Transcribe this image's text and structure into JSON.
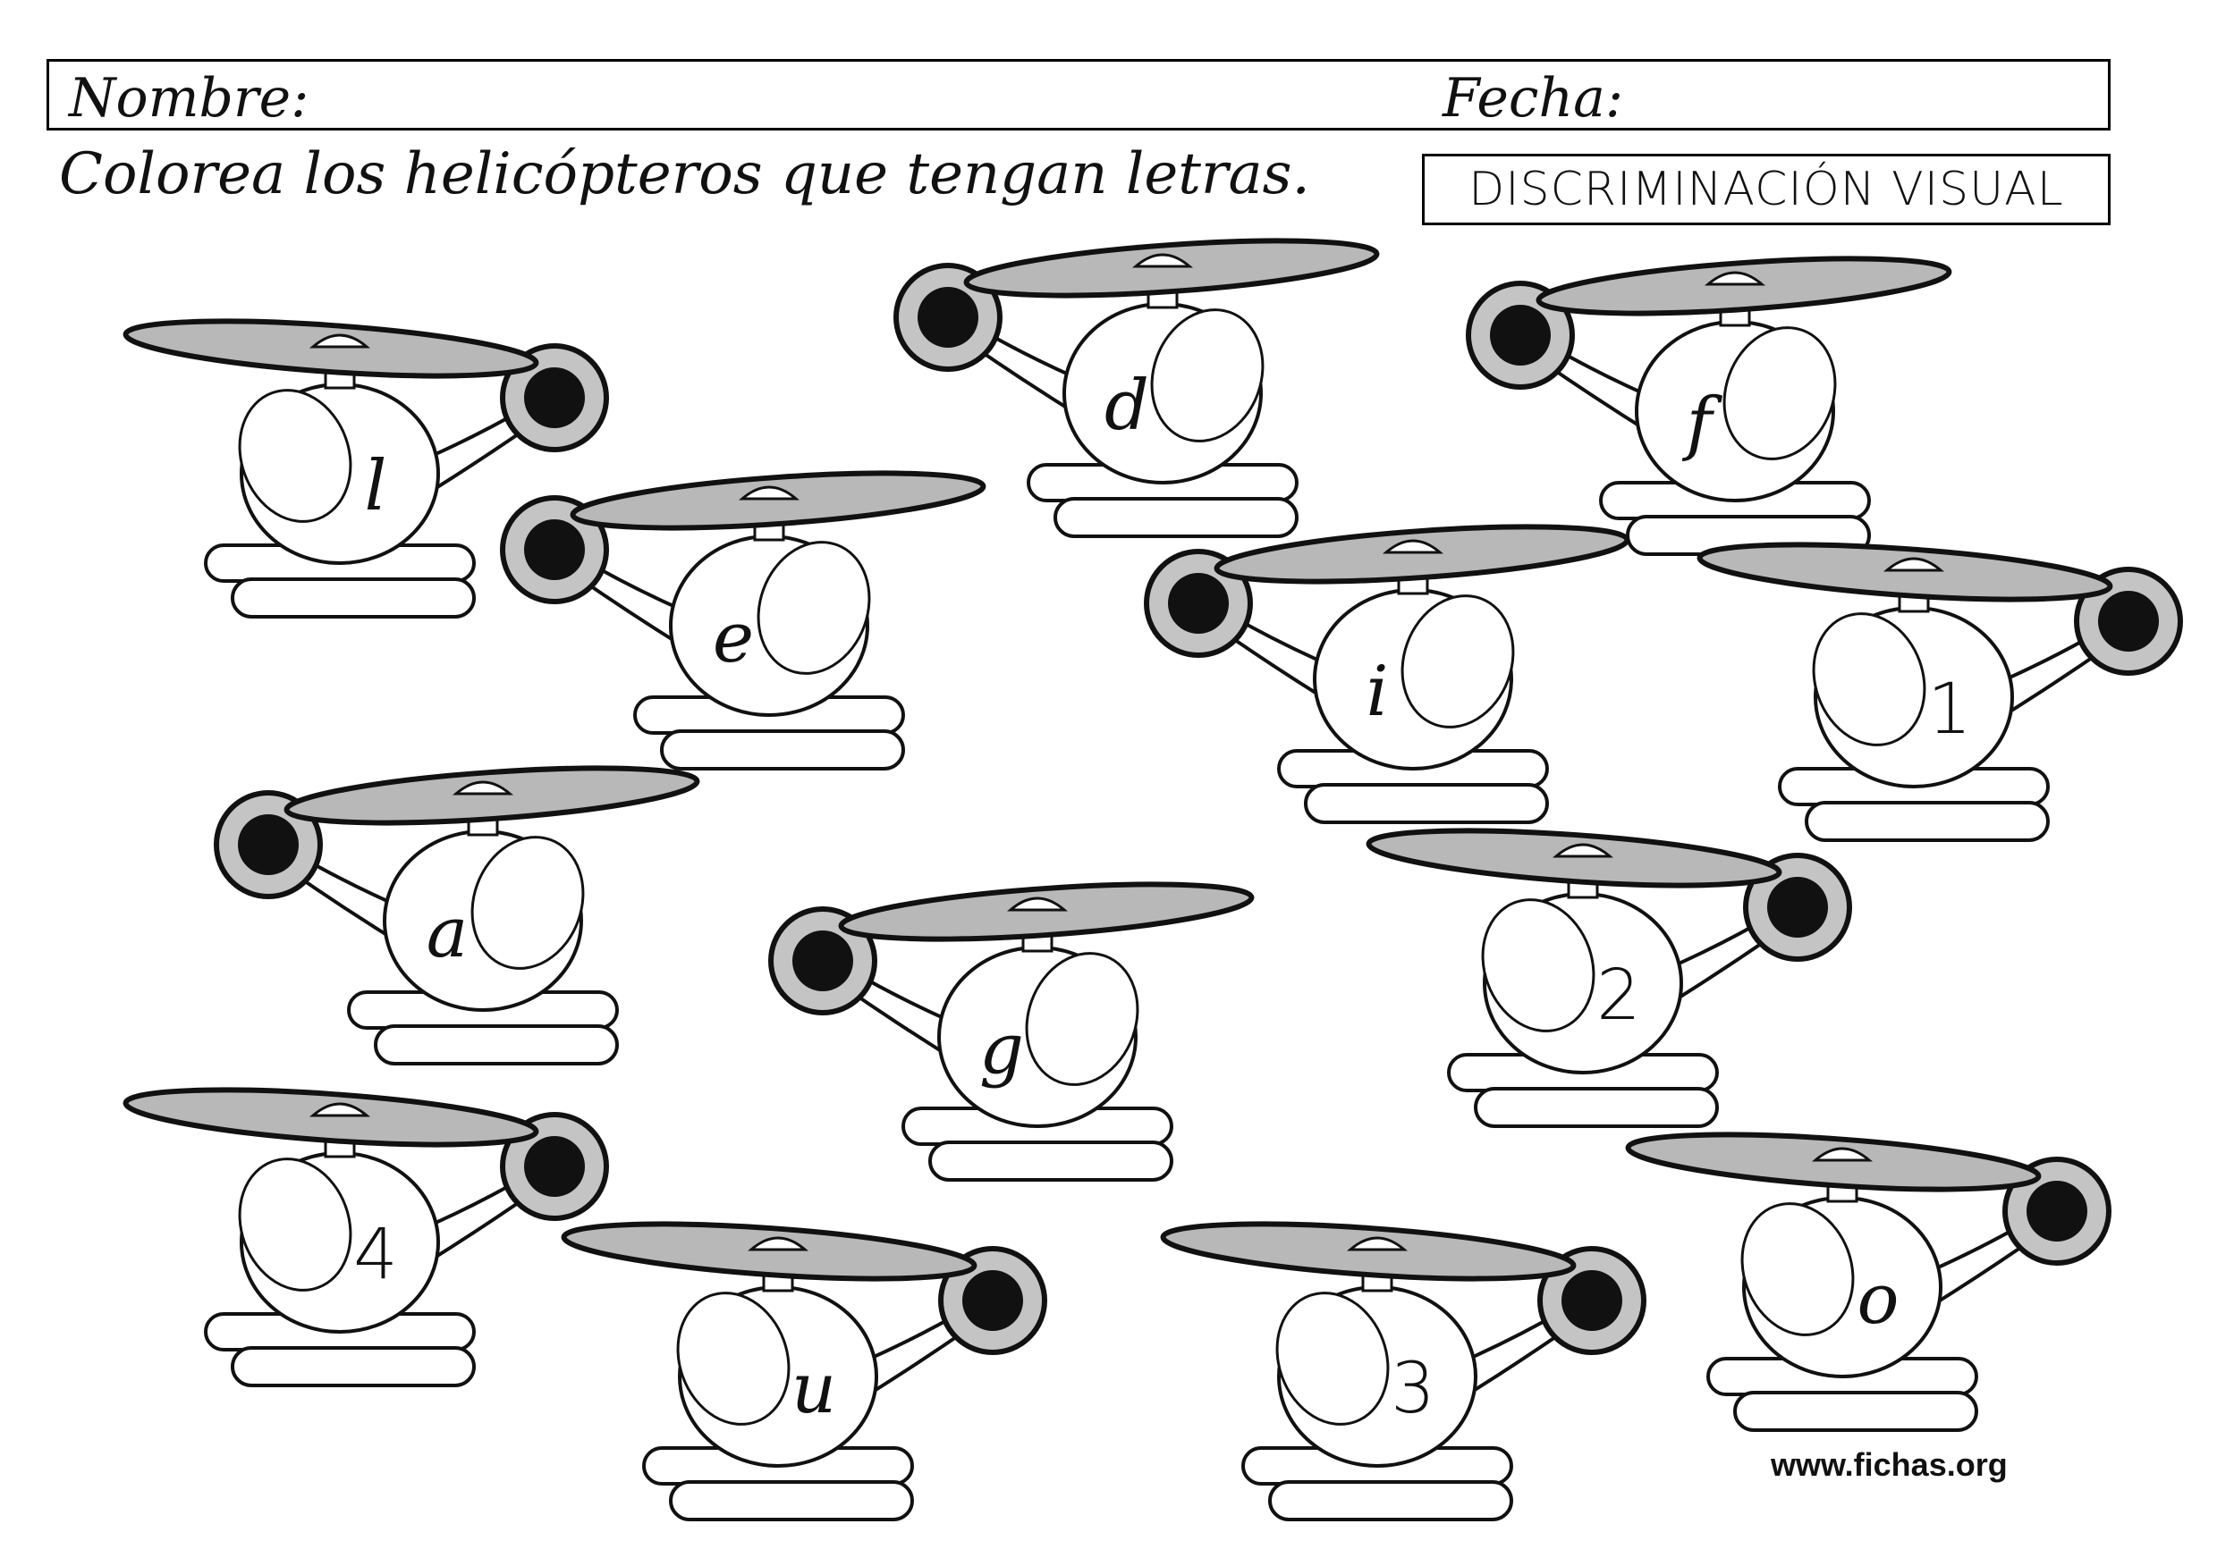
{
  "header": {
    "name_label": "Nombre:",
    "date_label": "Fecha:"
  },
  "instruction": "Colorea los helicópteros que tengan letras.",
  "title": "DISCRIMINACIÓN VISUAL",
  "website": "www.fichas.org",
  "helicopters": [
    {
      "char": "l",
      "kind": "letter",
      "facing": "right"
    },
    {
      "char": "d",
      "kind": "letter",
      "facing": "left"
    },
    {
      "char": "f",
      "kind": "letter",
      "facing": "left"
    },
    {
      "char": "e",
      "kind": "letter",
      "facing": "left"
    },
    {
      "char": "i",
      "kind": "letter",
      "facing": "left"
    },
    {
      "char": "1",
      "kind": "digit",
      "facing": "right"
    },
    {
      "char": "a",
      "kind": "letter",
      "facing": "left"
    },
    {
      "char": "g",
      "kind": "letter",
      "facing": "left"
    },
    {
      "char": "2",
      "kind": "digit",
      "facing": "right"
    },
    {
      "char": "4",
      "kind": "digit",
      "facing": "right"
    },
    {
      "char": "u",
      "kind": "letter",
      "facing": "right"
    },
    {
      "char": "3",
      "kind": "digit",
      "facing": "right"
    },
    {
      "char": "o",
      "kind": "letter",
      "facing": "right"
    }
  ],
  "colors": {
    "rotor": "#b8b8b8",
    "outline": "#111111",
    "tail_disc": "#111111",
    "tail_ring": "#c4c4c4"
  }
}
